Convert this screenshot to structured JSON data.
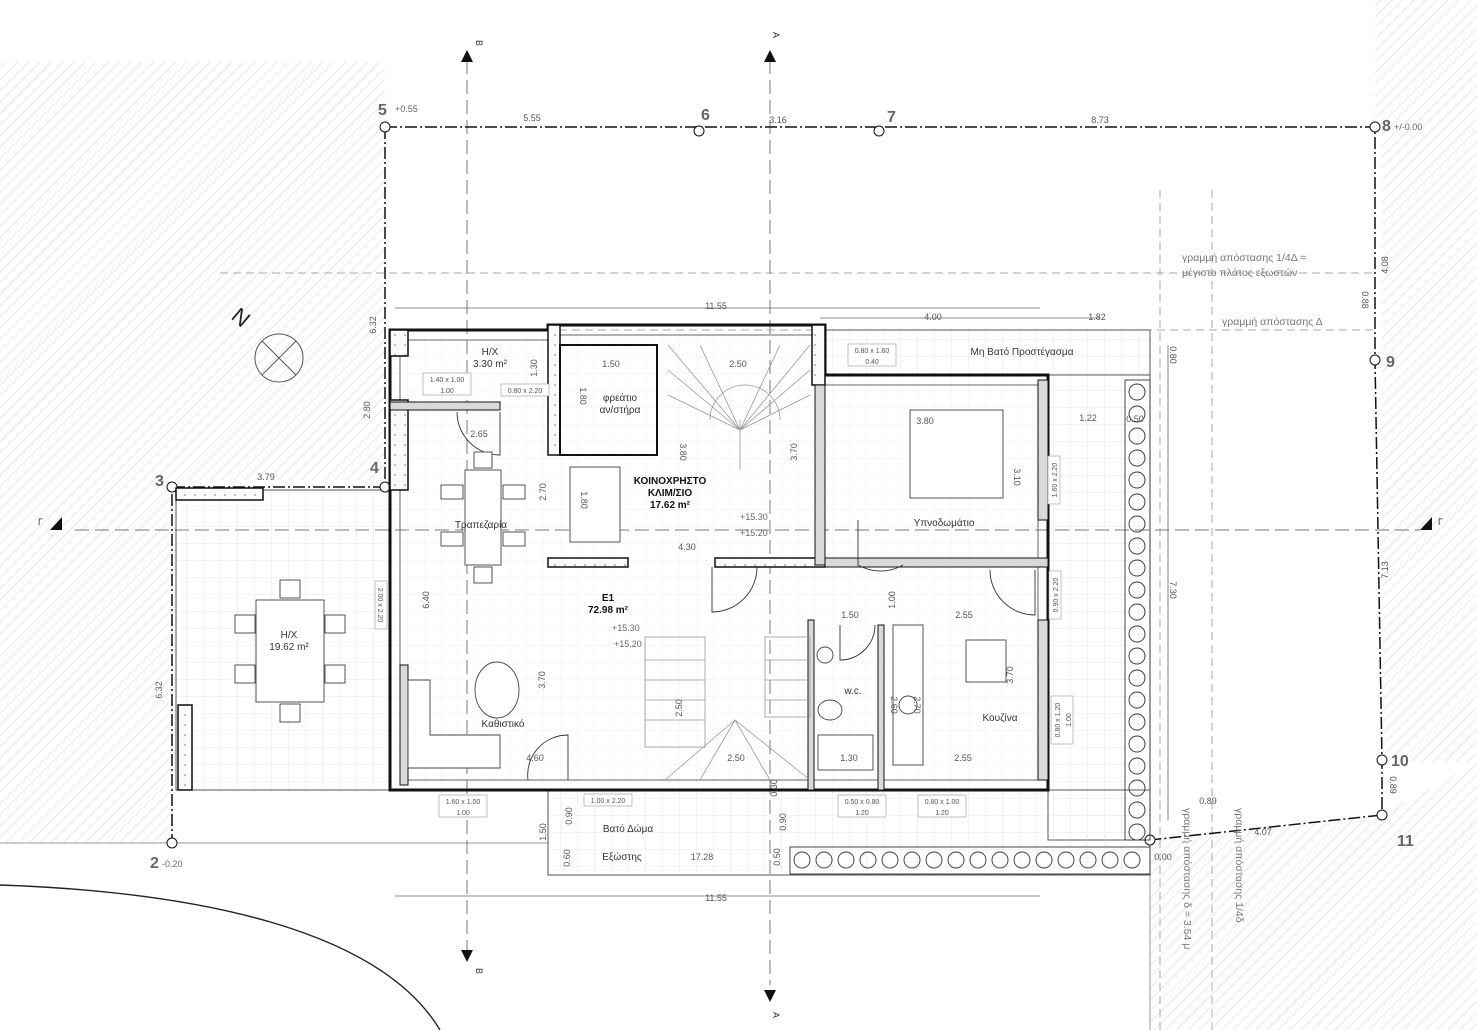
{
  "title": "Floor plan E1",
  "north": "N",
  "grid_points": {
    "p2": "2",
    "p2_level": "-0.20",
    "p3": "3",
    "p4": "4",
    "p5": "5",
    "p5_level": "+0.55",
    "p6": "6",
    "p7": "7",
    "p8": "8",
    "p8_level": "+/-0.00",
    "p9": "9",
    "p10": "10",
    "p11": "11"
  },
  "sections": {
    "a": "A",
    "b": "B",
    "g": "Γ"
  },
  "dimensions": [
    "5.55",
    "3.16",
    "8.73",
    "11.55",
    "4.00",
    "1.82",
    "6.32",
    "2.80",
    "3.79",
    "6.32",
    "4.08",
    "0.88",
    "0.80",
    "7.30",
    "7.13",
    "0.89",
    "0.89",
    "4.07",
    "0.00",
    "1.30",
    "2.65",
    "1.50",
    "1.80",
    "2.50",
    "3.80",
    "3.70",
    "2.70",
    "1.80",
    "4.30",
    "3.80",
    "1.22",
    "0.50",
    "3.10",
    "6.40",
    "3.70",
    "4.60",
    "2.50",
    "2.50",
    "1.00",
    "1.50",
    "2.55",
    "2.60",
    "2.70",
    "3.70",
    "1.30",
    "2.55",
    "0.30",
    "0.90",
    "0.90",
    "1.50",
    "0.60",
    "0.50",
    "11.55",
    "17.28"
  ],
  "openings": [
    {
      "size": "1.40 x 1.00",
      "sill": "1.00"
    },
    {
      "size": "0.80 x 2.20",
      "sill": ""
    },
    {
      "size": "0.80 x 1.60",
      "sill": "0.40"
    },
    {
      "size": "1.60 x 2.20",
      "sill": ""
    },
    {
      "size": "0.90 x 2.20",
      "sill": ""
    },
    {
      "size": "0.80 x 1.20",
      "sill": "1.00"
    },
    {
      "size": "2.00 x 2.20",
      "sill": ""
    },
    {
      "size": "1.60 x 1.00",
      "sill": "1.00"
    },
    {
      "size": "1.00 x 2.20",
      "sill": ""
    },
    {
      "size": "0.50 x 0.80",
      "sill": "1.20"
    },
    {
      "size": "0.80 x 1.00",
      "sill": "1.20"
    }
  ],
  "rooms": [
    {
      "lines": [
        "H/X",
        "3.30 m²"
      ]
    },
    {
      "lines": [
        "φρεάτιο",
        "αν/στήρα"
      ]
    },
    {
      "lines": [
        "Τραπεζαρία"
      ]
    },
    {
      "lines": [
        "ΚΟΙΝΟΧΡΗΣΤΟ",
        "ΚΛΙΜ/ΣΙΟ",
        "17.62 m²"
      ]
    },
    {
      "lines": [
        "Μη Βατό Προστέγασμα"
      ]
    },
    {
      "lines": [
        "Υπνοδωμάτιο"
      ]
    },
    {
      "lines": [
        "E1",
        "72.98 m²"
      ]
    },
    {
      "lines": [
        "Καθιστικό"
      ]
    },
    {
      "lines": [
        "w.c."
      ]
    },
    {
      "lines": [
        "Κουζίνα"
      ]
    },
    {
      "lines": [
        "H/X",
        "19.62 m²"
      ]
    },
    {
      "lines": [
        "Βατό Δώμα"
      ]
    },
    {
      "lines": [
        "Εξώστης"
      ]
    }
  ],
  "levels": [
    "+15.30",
    "+15.20",
    "+15.30",
    "+15.20"
  ],
  "notes": [
    "γραμμή απόστασης 1/4Δ =",
    "μέγιστο πλάτος εξωστών",
    "γραμμή απόστασης Δ",
    "γραμμή απόστασης δ = 3.54 μ",
    "γραμμή απόστασης 1/4δ"
  ],
  "colors": {
    "wall": "#111111",
    "wall_fill": "#d9d9d9",
    "line": "#888888",
    "hatch": "#cfcfcf"
  }
}
